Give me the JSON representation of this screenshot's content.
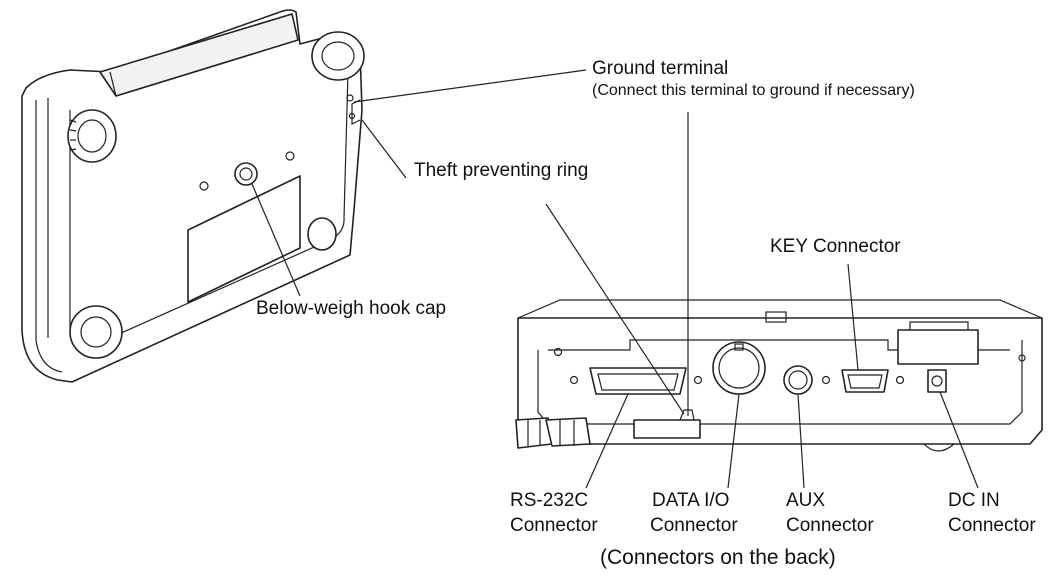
{
  "labels": {
    "ground_terminal": "Ground terminal",
    "ground_terminal_note": "(Connect this terminal to ground if necessary)",
    "theft_ring": "Theft preventing ring",
    "key_connector": "KEY Connector",
    "hook_cap": "Below-weigh hook cap",
    "rs232c_line1": "RS-232C",
    "rs232c_line2": "Connector",
    "dataio_line1": "DATA I/O",
    "dataio_line2": "Connector",
    "aux_line1": "AUX",
    "aux_line2": "Connector",
    "dcin_line1": "DC IN",
    "dcin_line2": "Connector",
    "caption": "(Connectors on the back)"
  }
}
